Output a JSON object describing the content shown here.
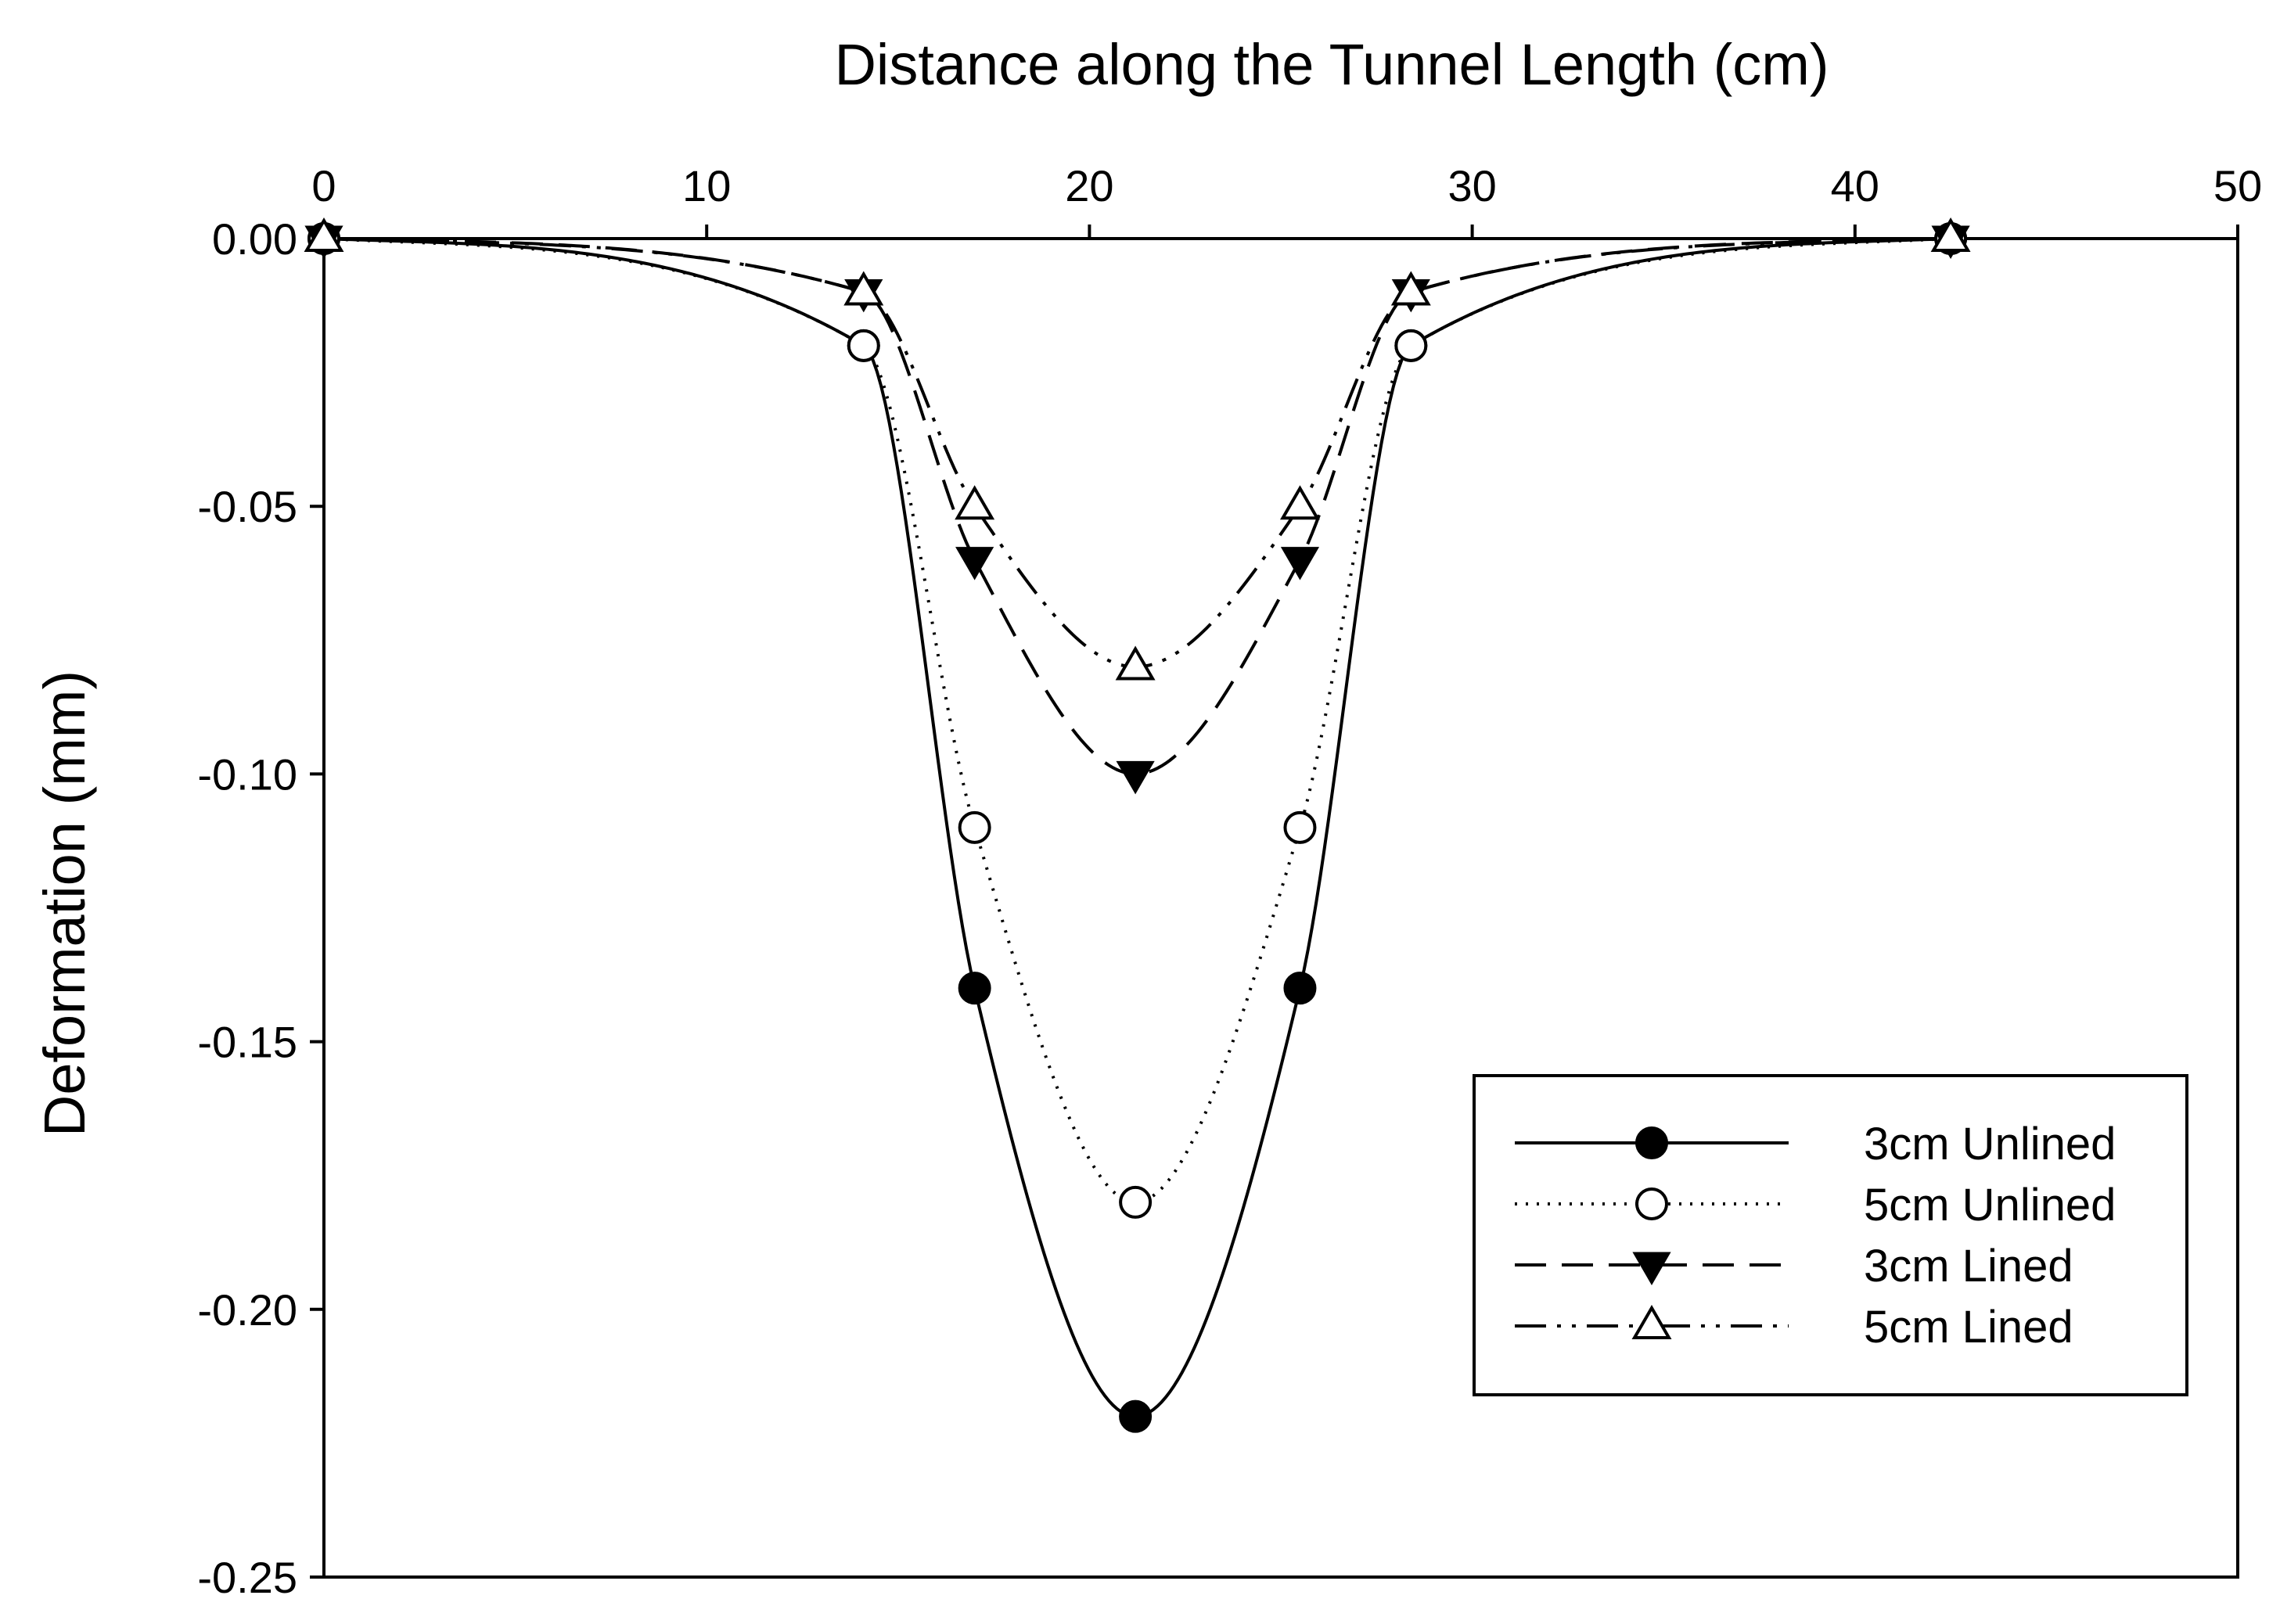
{
  "chart_data": {
    "type": "line",
    "title": "",
    "xlabel": "Distance along the Tunnel Length (cm)",
    "ylabel": "Deformation (mm)",
    "x_axis_position": "top",
    "xlim": [
      0,
      50
    ],
    "ylim": [
      -0.25,
      0.0
    ],
    "x_ticks": [
      "0",
      "10",
      "20",
      "30",
      "40",
      "50"
    ],
    "y_ticks": [
      "0.00",
      "-0.05",
      "-0.10",
      "-0.15",
      "-0.20",
      "-0.25"
    ],
    "grid": false,
    "legend_position": "bottom-right",
    "series": [
      {
        "name": "3cm Unlined",
        "marker": "filled-circle",
        "line_style": "solid",
        "x": [
          0,
          14.1,
          17.0,
          21.2,
          25.5,
          28.4,
          42.5
        ],
        "y": [
          0,
          -0.02,
          -0.14,
          -0.22,
          -0.14,
          -0.02,
          0
        ]
      },
      {
        "name": "5cm Unlined",
        "marker": "open-circle",
        "line_style": "dotted",
        "x": [
          0,
          14.1,
          17.0,
          21.2,
          25.5,
          28.4,
          42.5
        ],
        "y": [
          0,
          -0.02,
          -0.11,
          -0.18,
          -0.11,
          -0.02,
          0
        ]
      },
      {
        "name": "3cm Lined",
        "marker": "filled-triangle-down",
        "line_style": "dashed",
        "x": [
          0,
          14.1,
          17.0,
          21.2,
          25.5,
          28.4,
          42.5
        ],
        "y": [
          0,
          -0.01,
          -0.06,
          -0.1,
          -0.06,
          -0.01,
          0
        ]
      },
      {
        "name": "5cm Lined",
        "marker": "open-triangle-up",
        "line_style": "dash-dot-dot",
        "x": [
          0,
          14.1,
          17.0,
          21.2,
          25.5,
          28.4,
          42.5
        ],
        "y": [
          0,
          -0.01,
          -0.05,
          -0.08,
          -0.05,
          -0.01,
          0
        ]
      }
    ],
    "colors": {
      "line": "#000000",
      "background": "#ffffff"
    }
  }
}
